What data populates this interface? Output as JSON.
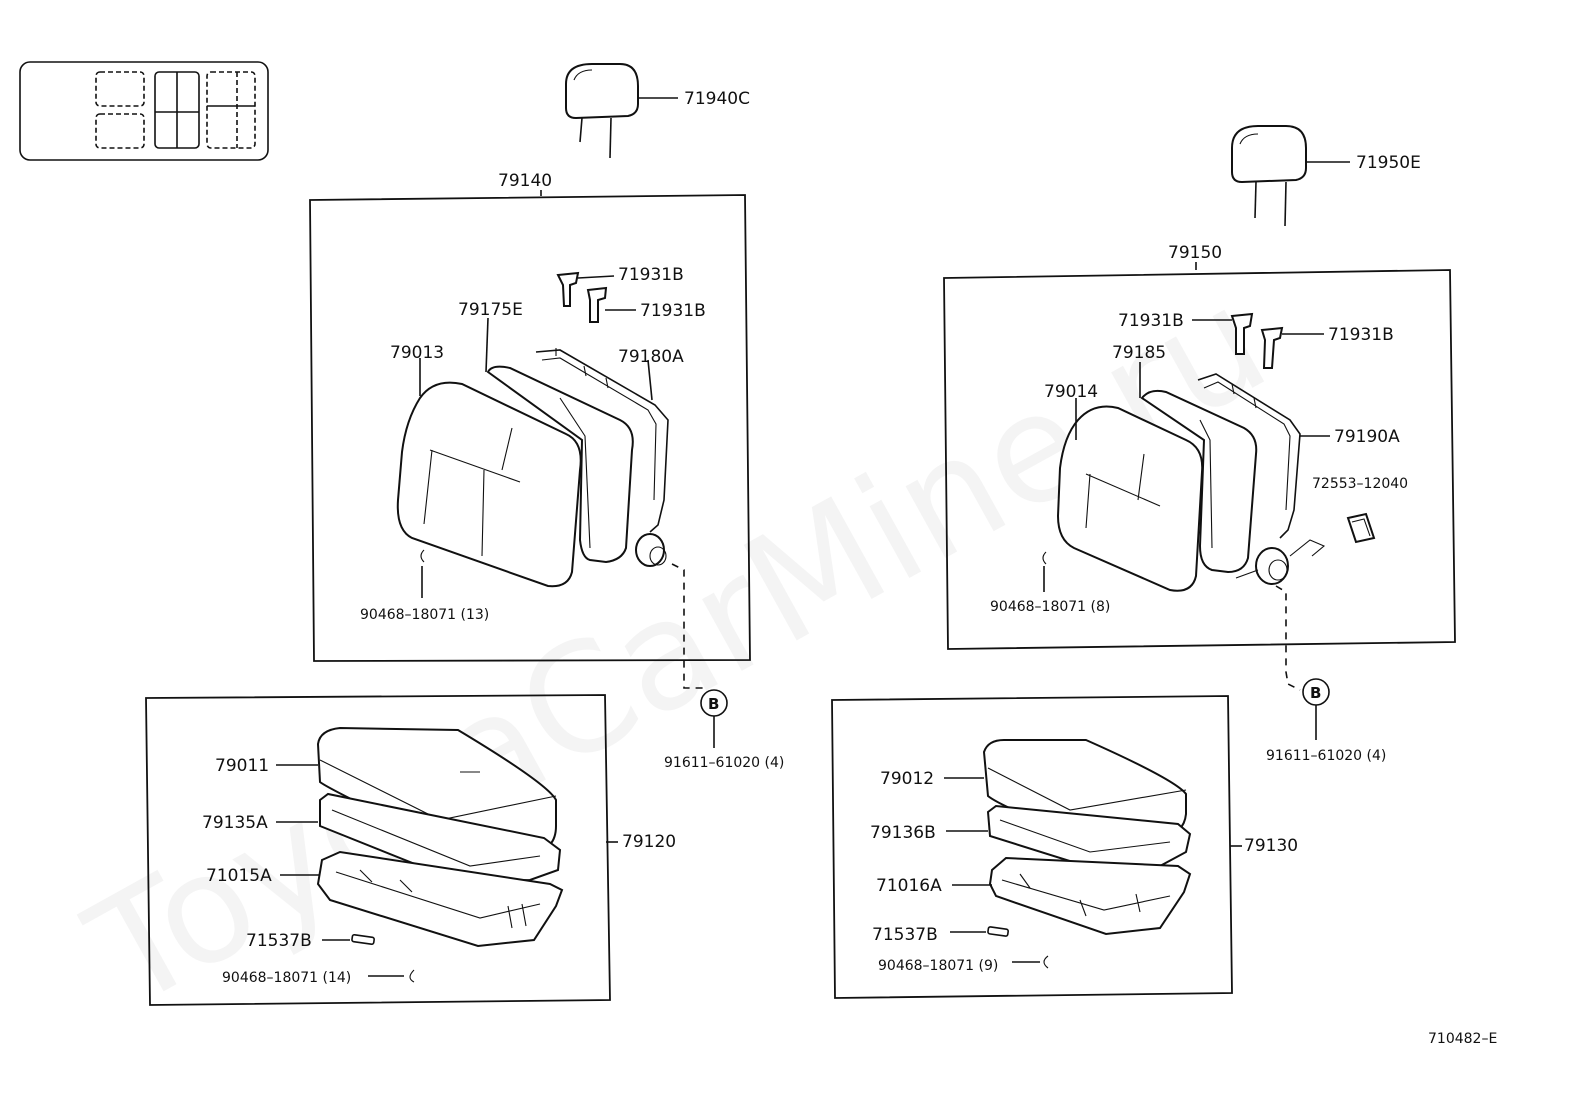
{
  "watermark": "ToyotaCarMine.ru",
  "diagram_id": "710482–E",
  "groups": {
    "left_seatback": "79140",
    "right_seatback": "79150",
    "left_cushion": "79120",
    "right_cushion": "79130"
  },
  "parts": {
    "headrest_left": "71940C",
    "headrest_right": "71950E",
    "support_l1": "71931B",
    "support_l2": "71931B",
    "support_r1": "71931B",
    "support_r2": "71931B",
    "pad_left": "79175E",
    "pad_right": "79185",
    "cover_left": "79013",
    "cover_right": "79014",
    "frame_left": "79180A",
    "frame_right": "79190A",
    "cover_plate": "72553–12040",
    "hog_ring_left": "90468–18071 (13)",
    "hog_ring_right": "90468–18071 (8)",
    "bolt_left": "91611–61020 (4)",
    "bolt_right": "91611–61020 (4)",
    "cushion_cover_left": "79011",
    "cushion_cover_right": "79012",
    "cushion_pad_left": "79135A",
    "cushion_pad_right": "79136B",
    "cushion_frame_left": "71015A",
    "cushion_frame_right": "71016A",
    "clip_left": "71537B",
    "clip_right": "71537B",
    "cushion_hog_left": "90468–18071 (14)",
    "cushion_hog_right": "90468–18071 (9)"
  },
  "callout_letter_left": "B",
  "callout_letter_right": "B"
}
